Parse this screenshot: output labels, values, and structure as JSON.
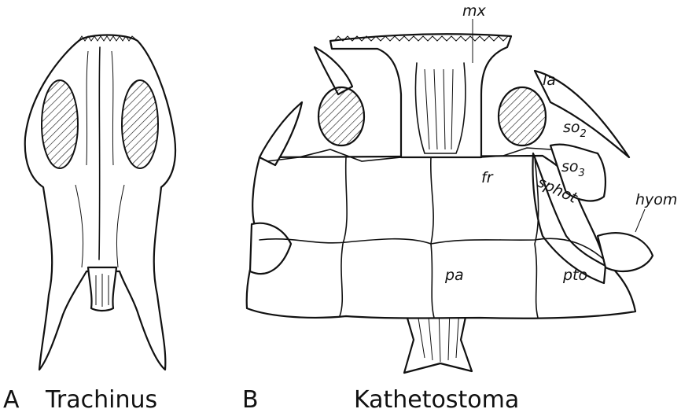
{
  "figure": {
    "panel_a": {
      "letter": "A",
      "name": "Trachinus"
    },
    "panel_b": {
      "letter": "B",
      "name": "Kathetostoma"
    },
    "labels": {
      "mx": "mx",
      "la": "la",
      "so2_base": "so",
      "so2_sub": "2",
      "so3_base": "so",
      "so3_sub": "3",
      "fr": "fr",
      "sphot": "sphot",
      "hyom": "hyom",
      "pa": "pa",
      "pto": "pto"
    }
  }
}
